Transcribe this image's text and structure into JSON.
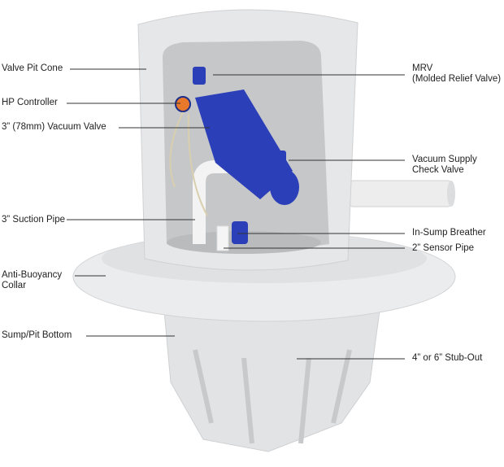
{
  "labels": {
    "valve_pit_cone": "Valve Pit Cone",
    "hp_controller": "HP Controller",
    "vacuum_valve": "3” (78mm) Vacuum Valve",
    "mrv_line1": "MRV",
    "mrv_line2": "(Molded Relief Valve)",
    "check_valve_line1": "Vacuum Supply",
    "check_valve_line2": "Check Valve",
    "suction_pipe": "3” Suction Pipe",
    "breather": "In-Sump Breather",
    "sensor_pipe": "2” Sensor Pipe",
    "collar_line1": "Anti-Buoyancy",
    "collar_line2": "Collar",
    "sump_bottom": "Sump/Pit Bottom",
    "stub_out": "4” or 6” Stub-Out"
  },
  "colors": {
    "shell": "#e4e5e6",
    "inner": "#c9cacc",
    "valve_blue": "#2a3fb8",
    "controller_orange": "#e8782a",
    "leader": "#333333"
  }
}
